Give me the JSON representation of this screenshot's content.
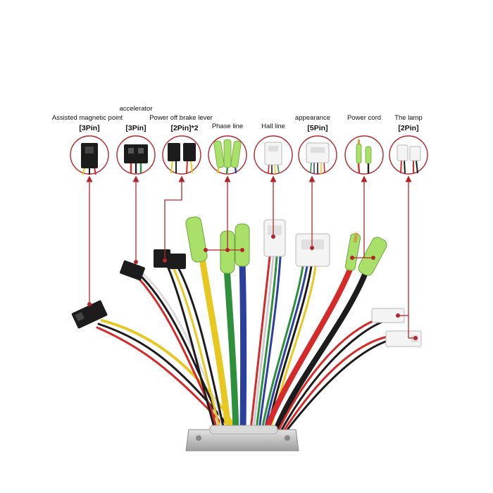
{
  "colors": {
    "pointer": "#b3252b",
    "red": "#d42a2a",
    "black": "#1c1c1c",
    "yellow": "#e6c820",
    "green": "#2e8f3c",
    "blue": "#2b3f9c",
    "white": "#f4f4f4",
    "sleeve": "#a8e06a",
    "housing": "#c9c9c9"
  },
  "connectors": [
    {
      "id": "assist",
      "label": "Assisted magnetic point",
      "pins": "[3Pin]",
      "icon": "black-3pin-connector-icon"
    },
    {
      "id": "accel",
      "label": "accelerator",
      "pins": "[3Pin]",
      "icon": "black-3pin-connector-icon"
    },
    {
      "id": "brake",
      "label": "Power off brake lever",
      "pins": "[2Pin]*2",
      "icon": "dual-black-2pin-connector-icon"
    },
    {
      "id": "phase",
      "label": "Phase line",
      "pins": "",
      "icon": "green-bullet-terminal-icon"
    },
    {
      "id": "hall",
      "label": "Hall line",
      "pins": "",
      "icon": "white-multi-pin-connector-icon"
    },
    {
      "id": "appear",
      "label": "appearance",
      "pins": "[5Pin]",
      "icon": "white-5pin-connector-icon"
    },
    {
      "id": "power",
      "label": "Power cord",
      "pins": "",
      "icon": "bullet-power-terminal-icon"
    },
    {
      "id": "lamp",
      "label": "The lamp",
      "pins": "[2Pin]",
      "icon": "white-2pin-connector-icon"
    }
  ]
}
